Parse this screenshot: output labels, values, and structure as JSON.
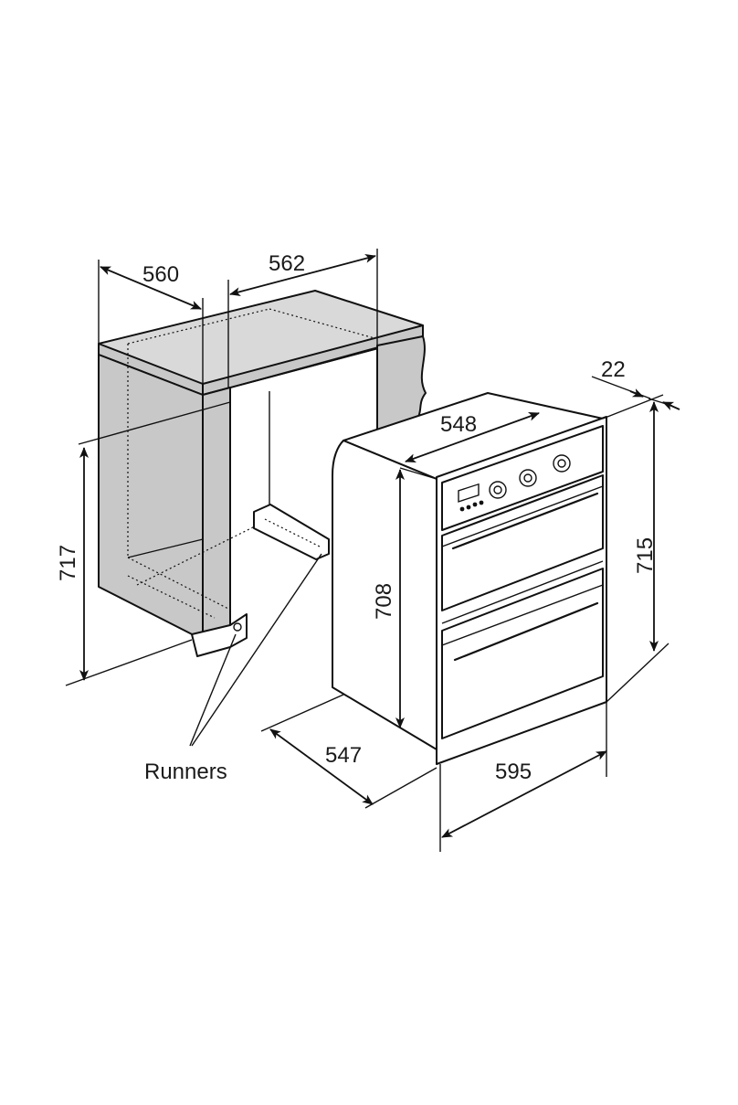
{
  "dimensions": {
    "cabinet_depth": "560",
    "cabinet_width": "562",
    "cabinet_height": "717",
    "oven_top_width": "548",
    "oven_front_offset": "22",
    "oven_body_height": "708",
    "oven_front_height": "715",
    "oven_depth": "547",
    "oven_front_width": "595"
  },
  "labels": {
    "runners": "Runners"
  }
}
